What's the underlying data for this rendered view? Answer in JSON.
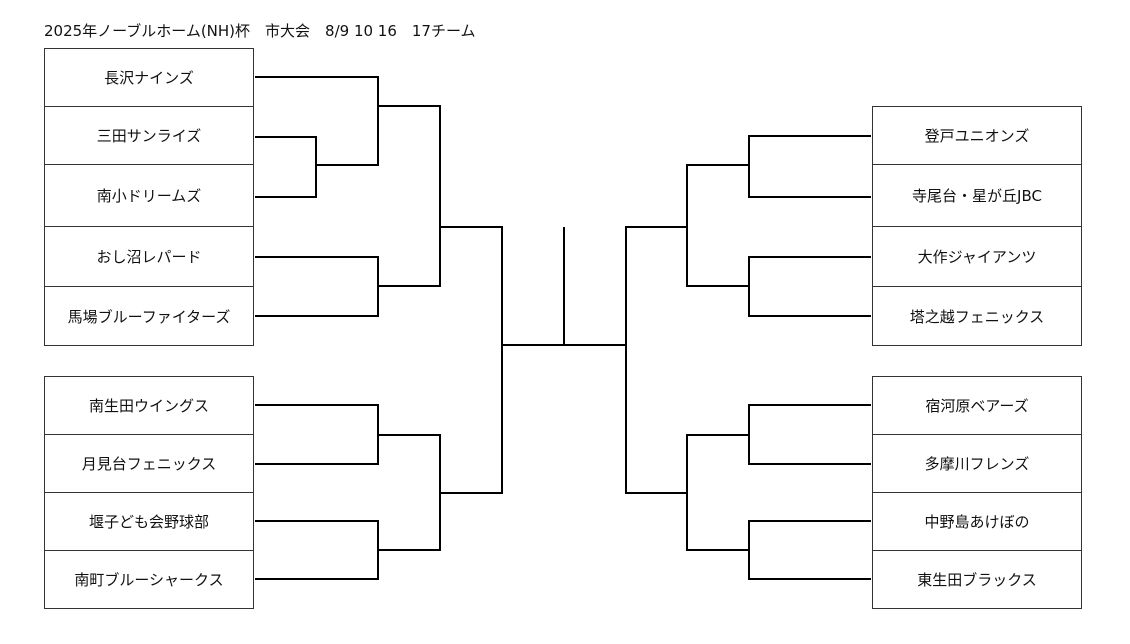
{
  "header": {
    "title": "2025年ノーブルホーム(NH)杯　市大会　8/9 10 16　17チーム"
  },
  "teams": {
    "left_top": [
      "長沢ナインズ",
      "三田サンライズ",
      "南小ドリームズ",
      "おし沼レパード",
      "馬場ブルーファイターズ"
    ],
    "left_bottom": [
      "南生田ウイングス",
      "月見台フェニックス",
      "堰子ども会野球部",
      "南町ブルーシャークス"
    ],
    "right_top": [
      "登戸ユニオンズ",
      "寺尾台・星が丘JBC",
      "大作ジャイアンツ",
      "塔之越フェニックス"
    ],
    "right_bottom": [
      "宿河原ベアーズ",
      "多摩川フレンズ",
      "中野島あけぼの",
      "東生田ブラックス"
    ]
  },
  "colors": {
    "line": "#000000",
    "box_border": "#333333",
    "text": "#111111",
    "background": "#ffffff"
  }
}
